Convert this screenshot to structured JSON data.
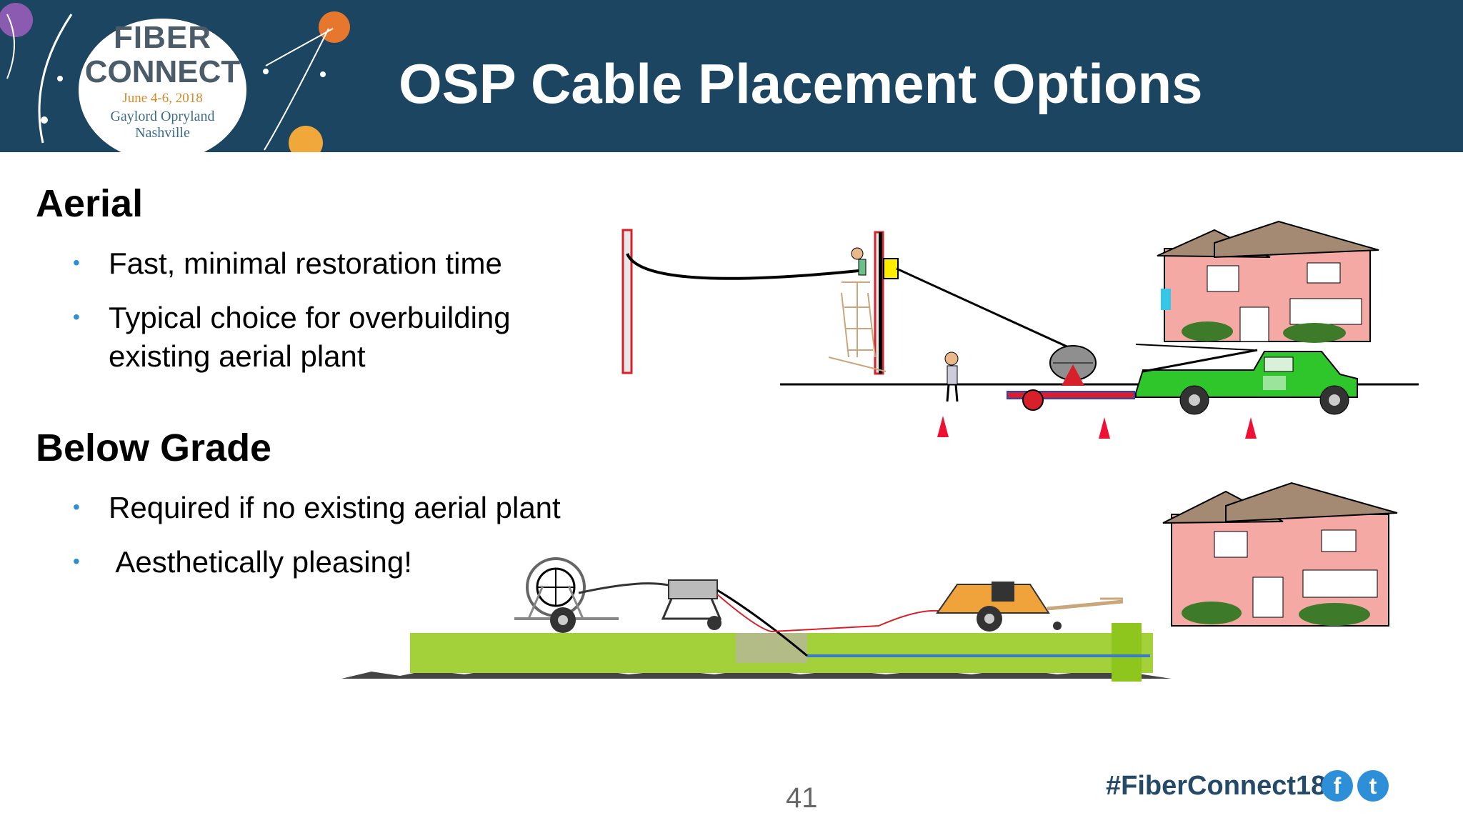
{
  "logo": {
    "line1": "FIBER",
    "line2": "CONNECT",
    "dates": "June 4-6, 2018",
    "venue1": "Gaylord Opryland",
    "venue2": "Nashville"
  },
  "title": "OSP Cable Placement Options",
  "sections": [
    {
      "heading": "Aerial",
      "bullets": [
        "Fast, minimal restoration time",
        "Typical choice for overbuilding",
        "existing  aerial plant"
      ]
    },
    {
      "heading": "Below Grade",
      "bullets": [
        "Required if no existing aerial plant",
        " Aesthetically pleasing!"
      ]
    }
  ],
  "footer": {
    "page_number": "41",
    "hashtag": "#FiberConnect18",
    "facebook_icon": "f",
    "twitter_icon": "t"
  }
}
